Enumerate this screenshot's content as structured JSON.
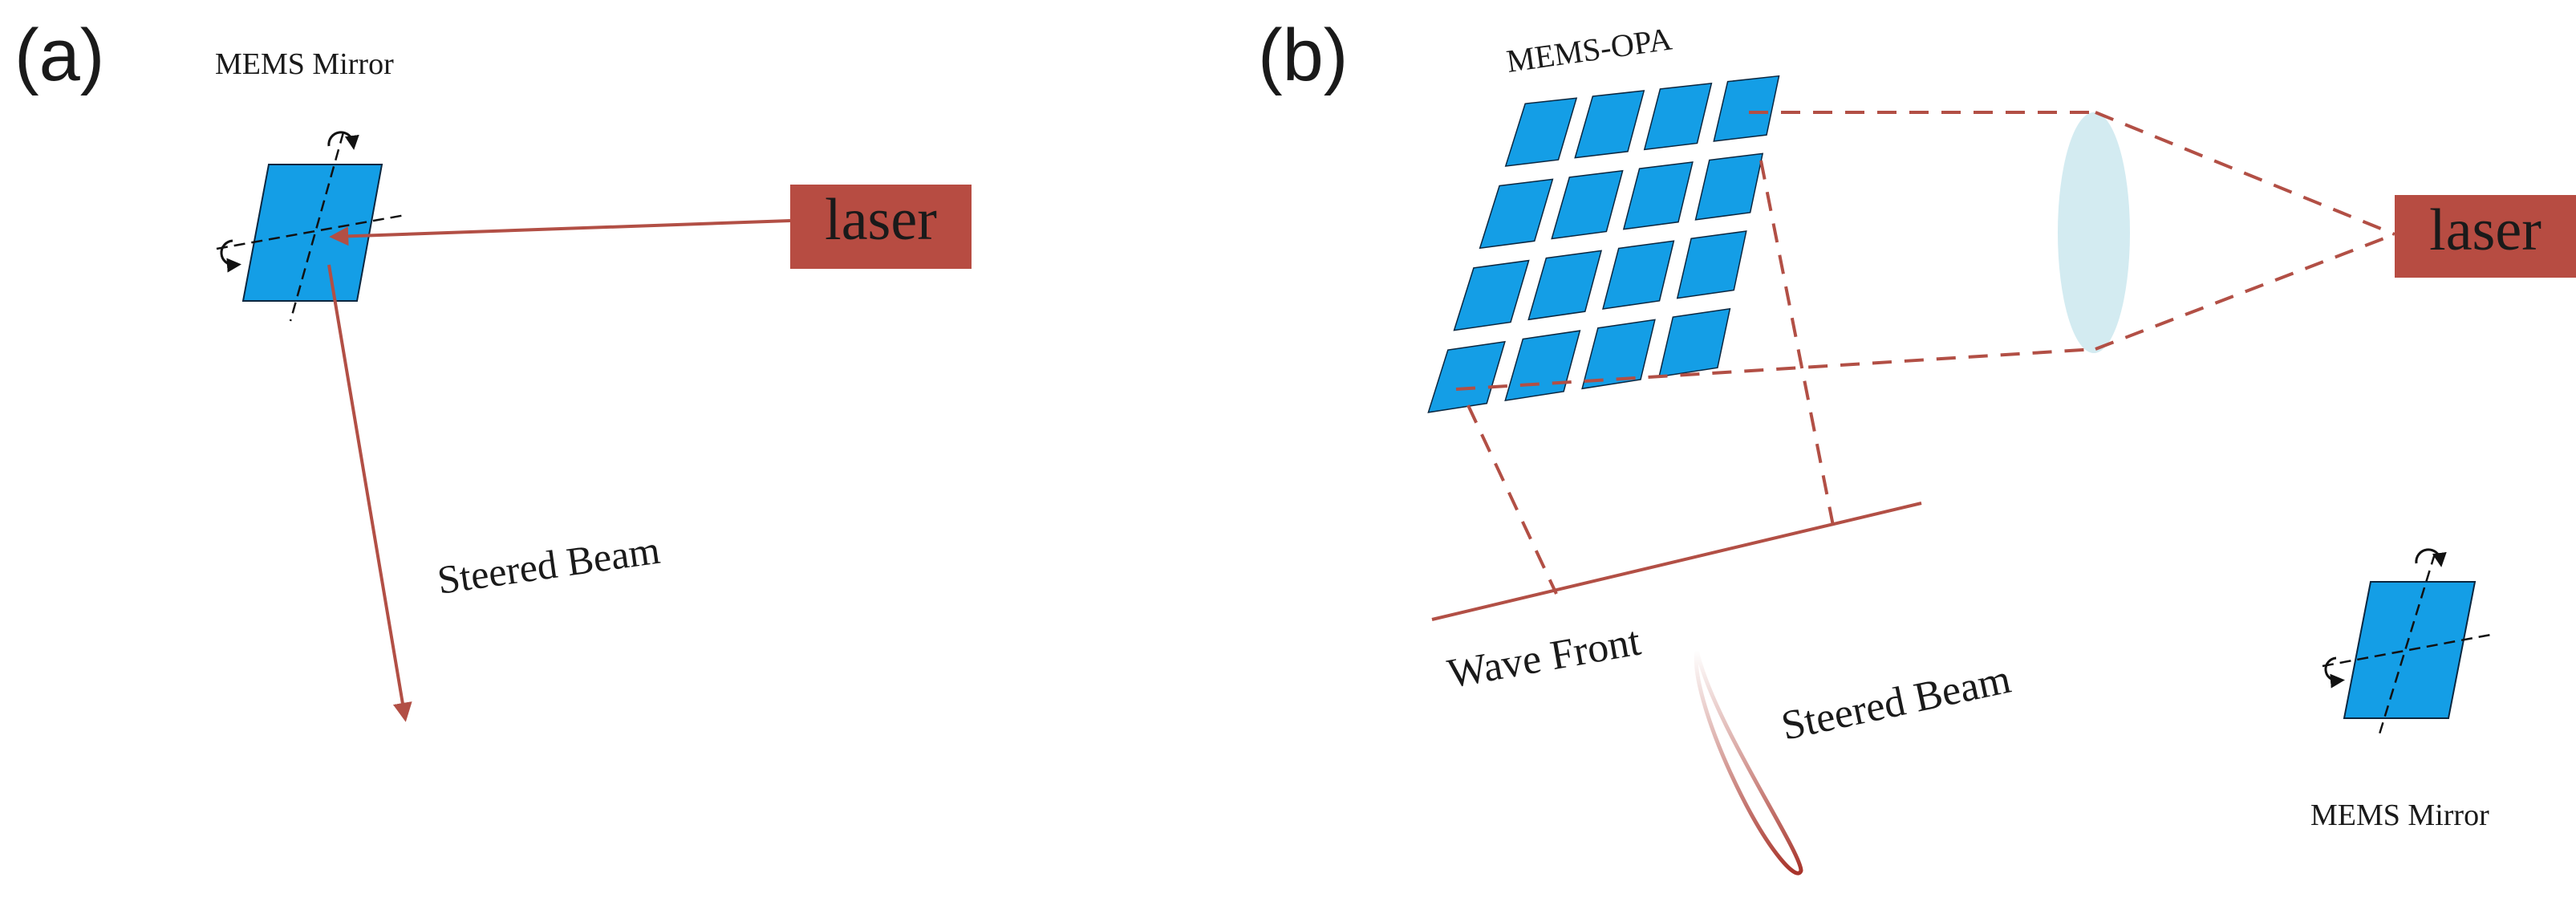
{
  "panel_a": {
    "label": "(a)",
    "mirror_label": "MEMS Mirror",
    "laser_label": "laser",
    "beam_label": "Steered Beam"
  },
  "panel_b": {
    "label": "(b)",
    "opa_label": "MEMS-OPA",
    "laser_label": "laser",
    "wavefront_label": "Wave Front",
    "beam_label": "Steered Beam",
    "mirror_label": "MEMS Mirror"
  },
  "colors": {
    "mirror_fill": "#149ee6",
    "laser_fill": "#b74c42",
    "beam": "#b24f45",
    "lens": "#d3ebf1"
  }
}
